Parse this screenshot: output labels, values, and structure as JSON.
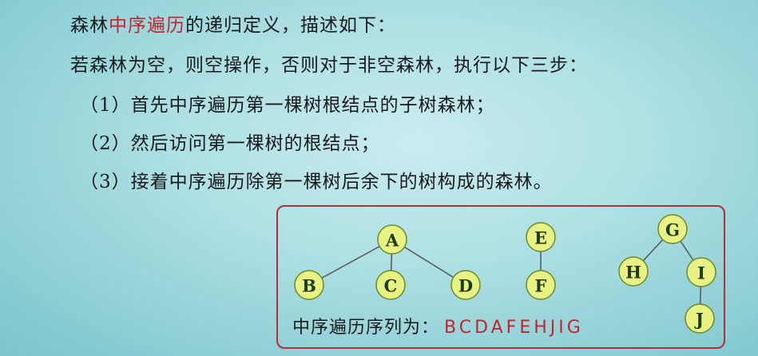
{
  "text": {
    "line1_prefix": "森林",
    "line1_highlight": "中序遍历",
    "line1_suffix": "的递归定义，描述如下：",
    "line2": "若森林为空，则空操作，否则对于非空森林，执行以下三步：",
    "step1": "（1）首先中序遍历第一棵树根结点的子树森林；",
    "step2": "（2）然后访问第一棵树的根结点；",
    "step3": "（3）接着中序遍历除第一棵树后余下的树构成的森林。"
  },
  "diagram": {
    "nodes": {
      "A": "A",
      "B": "B",
      "C": "C",
      "D": "D",
      "E": "E",
      "F": "F",
      "G": "G",
      "H": "H",
      "I": "I",
      "J": "J"
    },
    "edges": [
      [
        "A",
        "B"
      ],
      [
        "A",
        "C"
      ],
      [
        "A",
        "D"
      ],
      [
        "E",
        "F"
      ],
      [
        "G",
        "H"
      ],
      [
        "G",
        "I"
      ],
      [
        "I",
        "J"
      ]
    ],
    "sequence_label": "中序遍历序列为：",
    "sequence_value": "BCDAFEHJIG"
  },
  "colors": {
    "highlight": "#c0262f",
    "node_fill": "#e8f283",
    "frame_border": "#b0303a"
  }
}
